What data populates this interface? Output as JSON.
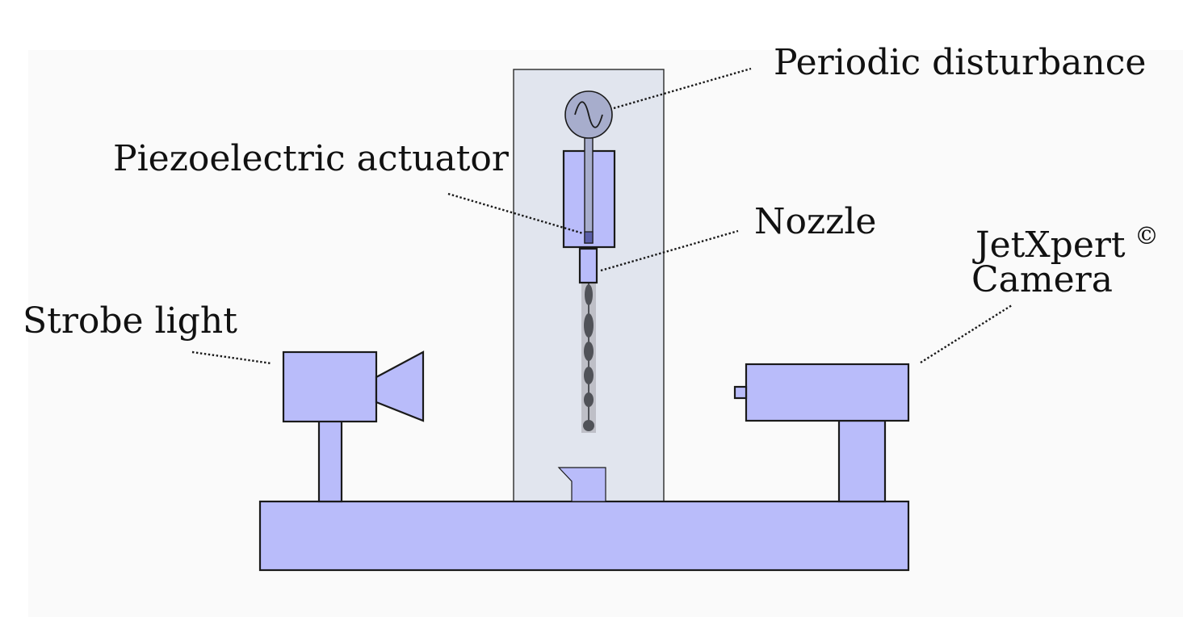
{
  "labels": {
    "periodic_disturbance": "Periodic disturbance",
    "piezoelectric_actuator": "Piezoelectric actuator",
    "nozzle": "Nozzle",
    "camera_line1": "JetXpert",
    "camera_copyright": "©",
    "camera_line2": "Camera",
    "strobe_light": "Strobe light"
  },
  "colors": {
    "background_panel": "#fafafa",
    "backdrop_plate": "#e1e5ee",
    "equipment_fill": "#b9bcfa",
    "disturbance_source": "#a7adcc",
    "actuator_tip": "#5b5fa8",
    "jet_stream": "#505258",
    "outline": "#1a1a1a"
  },
  "icons": {
    "disturbance_source": "sine-wave-source-icon"
  }
}
